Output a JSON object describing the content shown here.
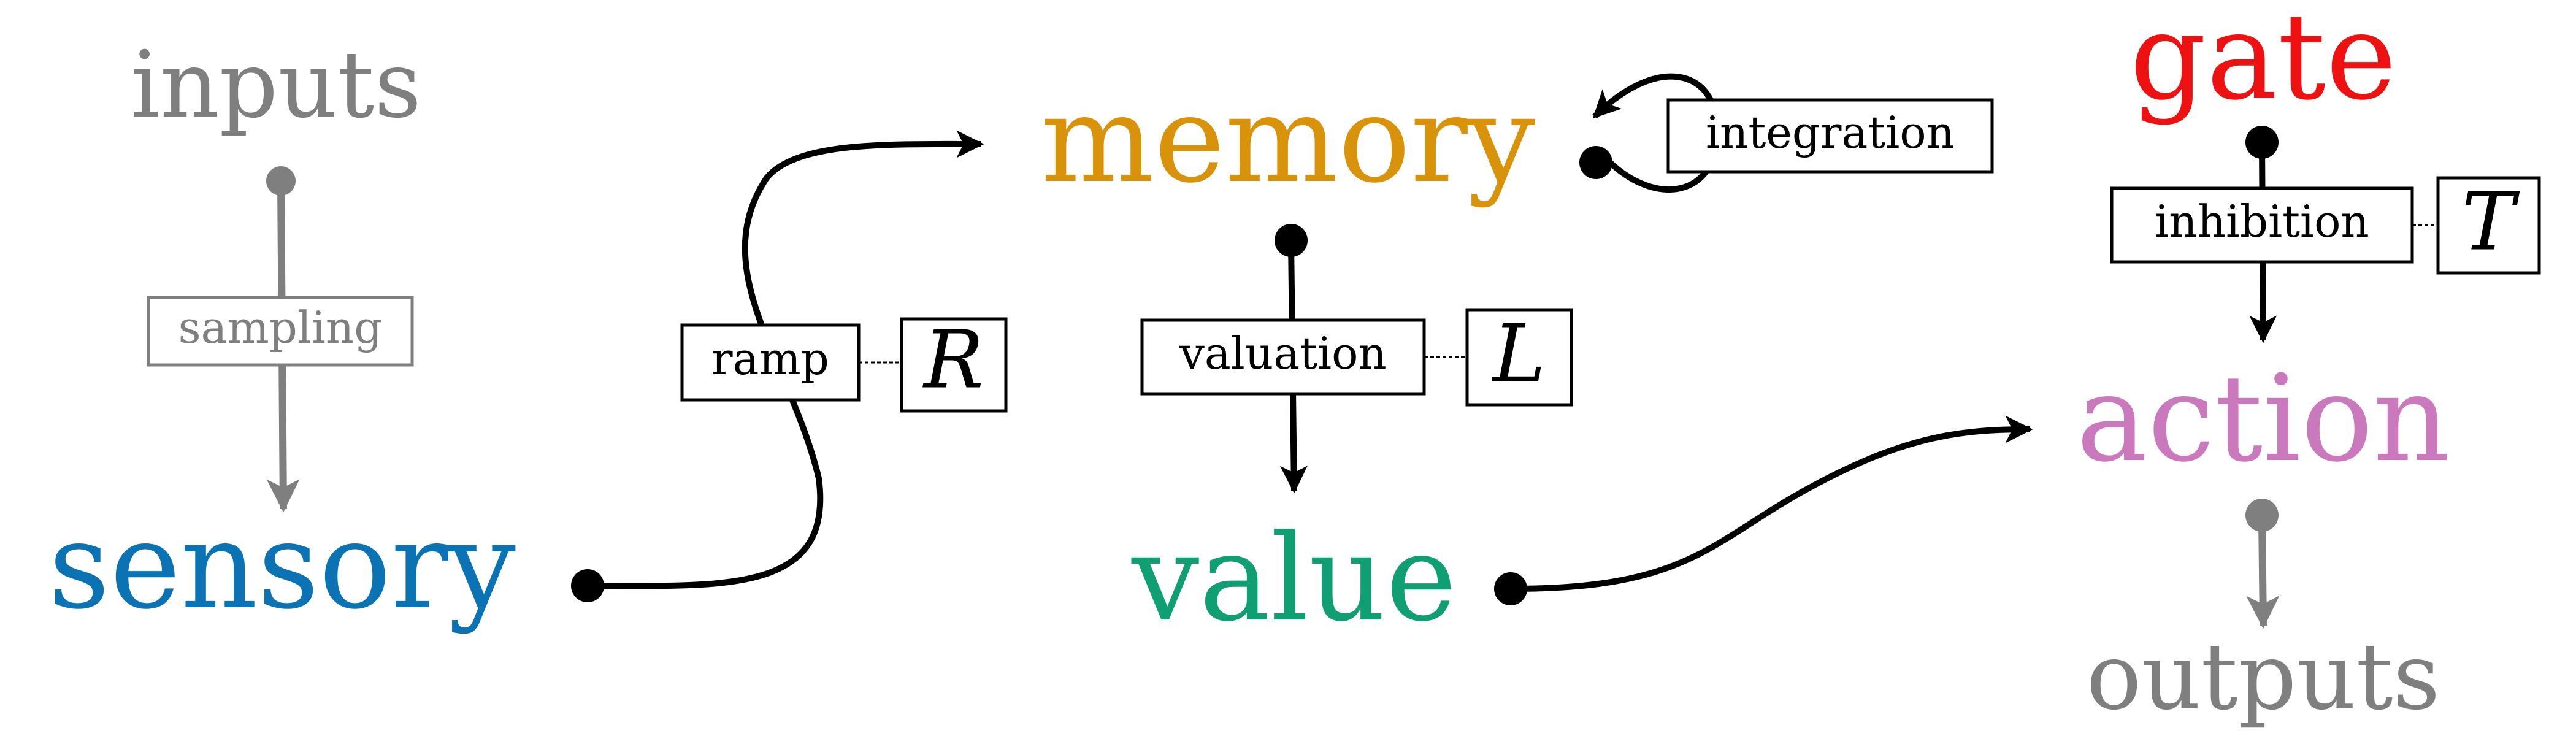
{
  "colors": {
    "inputs": "#7f7f7f",
    "sensory": "#0b72b3",
    "memory": "#d8930a",
    "value": "#109e73",
    "gate": "#ee1111",
    "action": "#cb79bd",
    "outputs": "#7f7f7f",
    "edge": "#000000",
    "grey_edge": "#7f7f7f"
  },
  "nodes": {
    "inputs": "inputs",
    "sensory": "sensory",
    "memory": "memory",
    "value": "value",
    "gate": "gate",
    "action": "action",
    "outputs": "outputs"
  },
  "edges": {
    "sampling": "sampling",
    "ramp": "ramp",
    "integration": "integration",
    "valuation": "valuation",
    "inhibition": "inhibition"
  },
  "params": {
    "R": "R",
    "L": "L",
    "T": "T"
  }
}
